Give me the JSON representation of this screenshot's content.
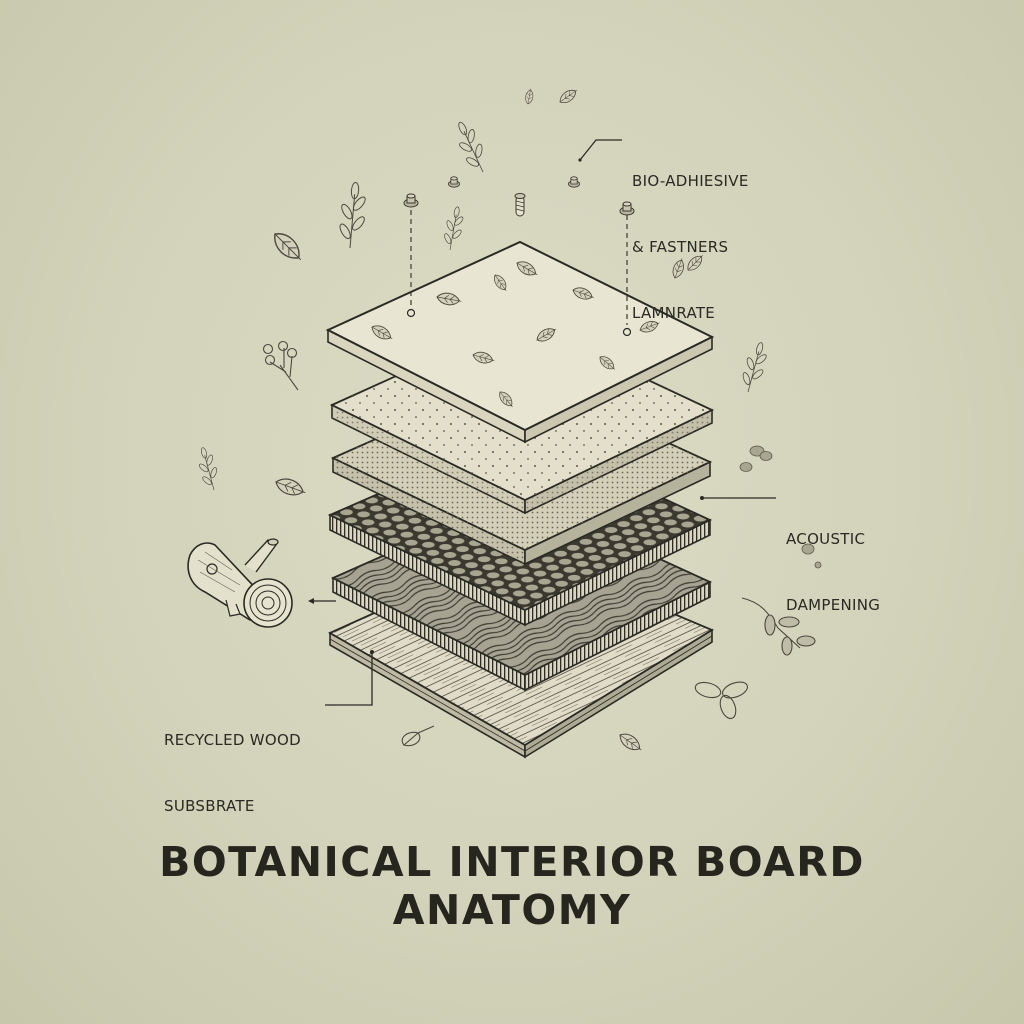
{
  "title": {
    "line1": "BOTANICAL INTERIOR BOARD",
    "line2": "ANATOMY"
  },
  "callouts": {
    "bio_adhesive": {
      "lines": [
        "BIO-ADHIESIVE",
        "& FASTNERS",
        "LAMNRATE"
      ]
    },
    "acoustic": {
      "lines": [
        "ACOUSTIC",
        "DAMPENING"
      ]
    },
    "recycled_wood": {
      "lines": [
        "RECYCLED WOOD",
        "SUBSBRATE"
      ]
    }
  },
  "layers": [
    {
      "name": "botanical-laminate",
      "pattern": "leaves"
    },
    {
      "name": "sparse-dot-layer",
      "pattern": "sparse-dots"
    },
    {
      "name": "dense-dot-layer",
      "pattern": "dense-dots"
    },
    {
      "name": "honeycomb-core",
      "pattern": "hexagon"
    },
    {
      "name": "wood-grain-layer",
      "pattern": "swirl-grain"
    },
    {
      "name": "recycled-wood-substrate",
      "pattern": "planks"
    }
  ],
  "decorations": {
    "icons": [
      "leaf-icon",
      "sprig-icon",
      "berry-sprig-icon",
      "seed-icon",
      "fastener-icon",
      "screw-icon",
      "log-icon",
      "clover-icon"
    ]
  },
  "colors": {
    "background": "#d3d3bb",
    "ink": "#2a2a24",
    "board_face": "#e6e3cf",
    "board_shade": "#bcb9a2"
  }
}
